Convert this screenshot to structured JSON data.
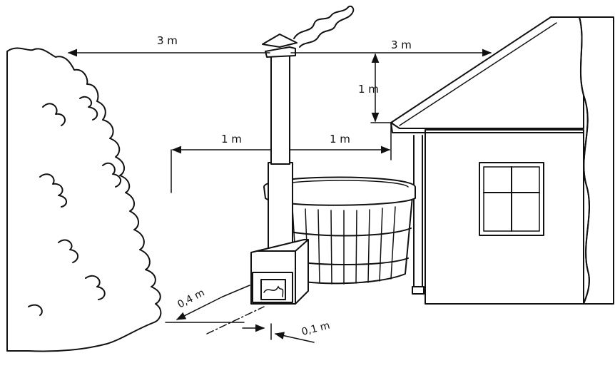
{
  "dimensions": {
    "bush_to_chimney": "3 m",
    "chimney_to_roof": "3 m",
    "above_eave": "1 m",
    "bush_to_stove": "1 m",
    "stove_to_house": "1 m",
    "firebox_front": "0,4 m",
    "firebox_side": "0,1 m"
  },
  "colors": {
    "ink": "#111111",
    "background": "#ffffff"
  }
}
